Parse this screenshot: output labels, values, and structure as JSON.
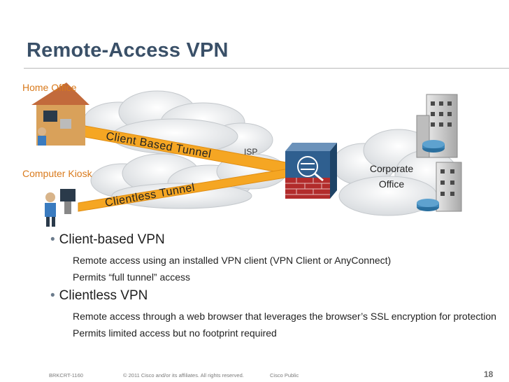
{
  "title": "Remote-Access VPN",
  "diagram": {
    "home_office_label": "Home Office",
    "computer_kiosk_label": "Computer Kiosk",
    "isp_label": "ISP",
    "corporate_line1": "Corporate",
    "corporate_line2": "Office",
    "client_tunnel_label": "Client Based Tunnel",
    "clientless_tunnel_label": "Clientless  Tunnel",
    "colors": {
      "tunnel": "#f5a623",
      "label_orange": "#d97a1c",
      "title": "#3a5068",
      "firewall": "#b22b2b",
      "vpn_device": "#2f5f8f",
      "router": "#2a6f9e"
    }
  },
  "bullets": [
    {
      "heading": "Client-based VPN",
      "items": [
        "Remote access using an installed VPN client (VPN Client or AnyConnect)",
        "Permits “full tunnel” access"
      ]
    },
    {
      "heading": "Clientless VPN",
      "items": [
        "Remote access through a web browser that leverages the browser’s SSL encryption for protection",
        "Permits limited access but no footprint required"
      ]
    }
  ],
  "footer": {
    "code": "BRKCRT-1160",
    "copyright": "© 2011 Cisco and/or its affiliates. All rights reserved.",
    "classification": "Cisco Public",
    "page": "18"
  }
}
